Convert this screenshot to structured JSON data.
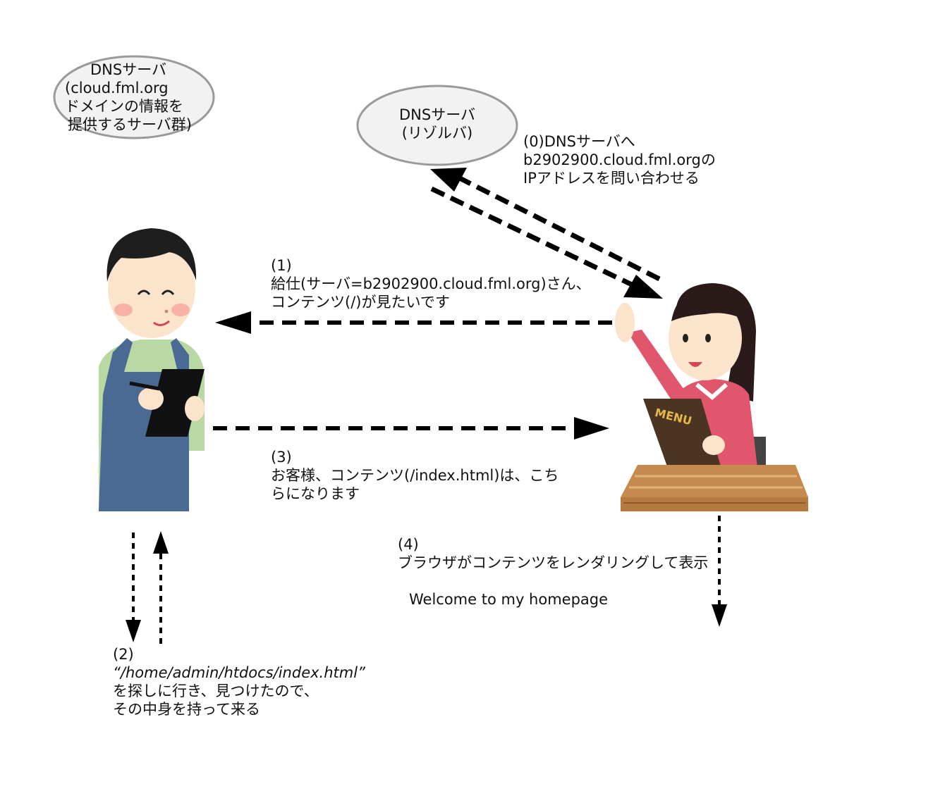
{
  "dns_authoritative": {
    "lines": [
      "DNSサーバ",
      "(cloud.fml.org",
      "ドメインの情報を",
      "提供するサーバ群)"
    ]
  },
  "dns_resolver": {
    "lines": [
      "DNSサーバ",
      "(リゾルバ)"
    ]
  },
  "step0": {
    "lines": [
      "(0)DNSサーバへ",
      "b2902900.cloud.fml.orgの",
      "IPアドレスを問い合わせる"
    ]
  },
  "step1": {
    "lines": [
      "(1)",
      "給仕(サーバ=b2902900.cloud.fml.org)さん、",
      "コンテンツ(/)が見たいです"
    ]
  },
  "step3": {
    "lines": [
      "(3)",
      "お客様、コンテンツ(/index.html)は、こち",
      "らになります"
    ]
  },
  "step2": {
    "number": "(2)",
    "path": "“/home/admin/htdocs/index.html”",
    "lines": [
      "を探しに行き、見つけたので、",
      "その中身を持って来る"
    ]
  },
  "step4": {
    "lines": [
      "(4)",
      "ブラウザがコンテンツをレンダリングして表示"
    ],
    "page_content": "Welcome to my homepage"
  },
  "menu_label": "MENU",
  "colors": {
    "ellipse_fill": "#f2f2f2",
    "ellipse_stroke": "#9a9a9a",
    "arrow": "#000000",
    "waiter_apron": "#4a6a93",
    "waiter_shirt": "#b9d9a4",
    "customer_shirt": "#e0566c",
    "table_wood": "#c58a4d",
    "menu_book": "#4b3421"
  }
}
